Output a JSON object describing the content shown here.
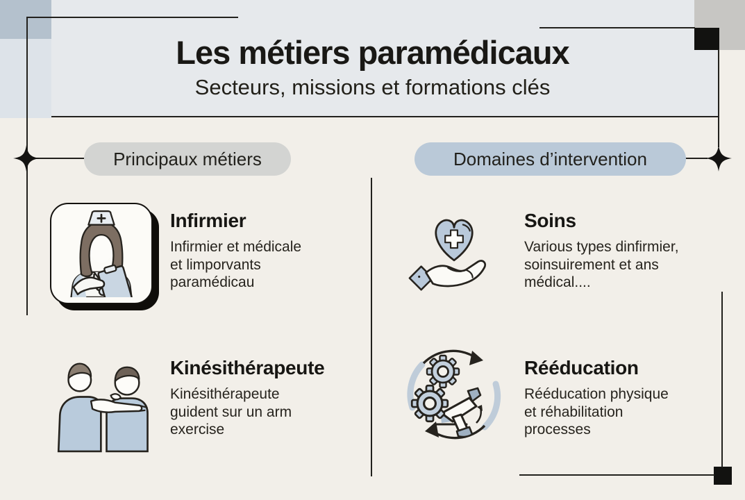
{
  "header": {
    "title": "Les métiers paramédicaux",
    "subtitle": "Secteurs, missions et formations clés"
  },
  "left_column": {
    "badge": "Principaux métiers",
    "items": [
      {
        "heading": "Infirmier",
        "icon": "nurse-icon",
        "lines": [
          "Infirmier et médicale",
          "et limporvants",
          "paramédicau"
        ]
      },
      {
        "heading": "Kinésithérapeute",
        "icon": "physiotherapy-icon",
        "lines": [
          "Kinésithérapeute",
          "guident sur un arm",
          "exercise"
        ]
      }
    ]
  },
  "right_column": {
    "badge": "Domaines d’intervention",
    "items": [
      {
        "heading": "Soins",
        "icon": "heart-in-hand-icon",
        "lines": [
          "Various types dinfirmier,",
          "soinsuirement et ans",
          "médical...."
        ]
      },
      {
        "heading": "Rééducation",
        "icon": "rehabilitation-cycle-icon",
        "lines": [
          "Rééducation physique",
          "et réhabilitation",
          "processes"
        ]
      }
    ]
  },
  "colors": {
    "page_background": "#f2efe9",
    "header_background": "#e6e9ec",
    "badge_gray": "#d3d4d2",
    "badge_blue": "#bac9d8",
    "line_black": "#22211d",
    "corner_square_blue_dark": "#b4c1cd",
    "corner_square_blue_light": "#dde3e9",
    "corner_square_gray": "#c7c6c3",
    "illustration_blue": "#b9cbdc",
    "hair_brown": "#7d6e62"
  }
}
